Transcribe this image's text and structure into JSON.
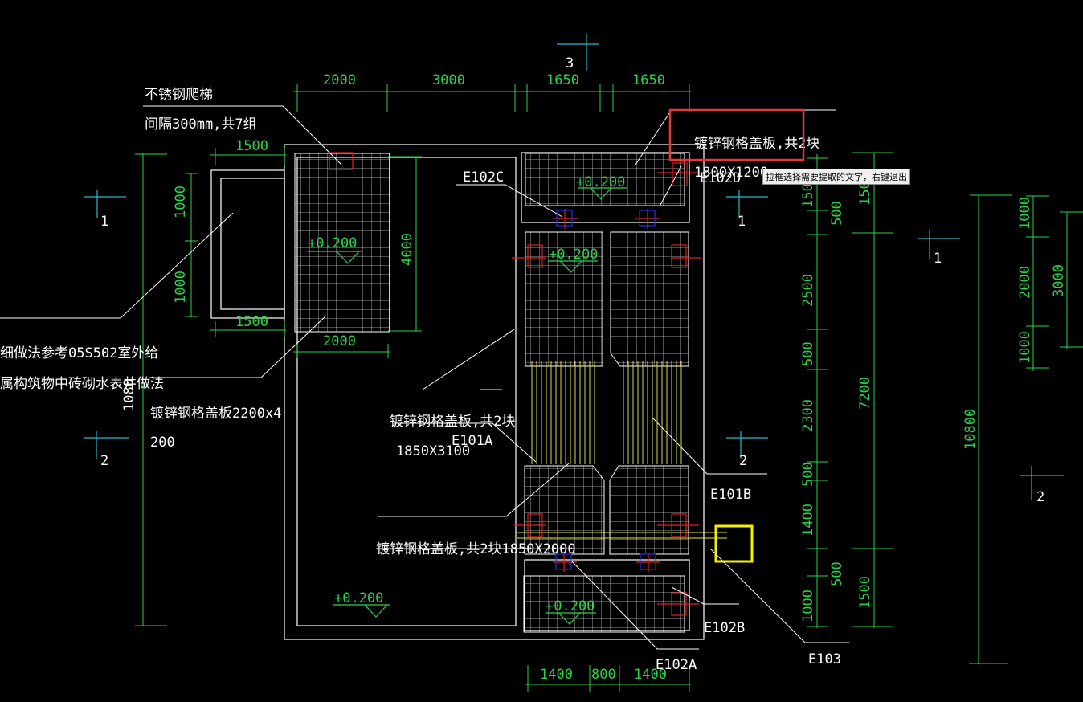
{
  "notes": {
    "ladder_title": "不锈钢爬梯",
    "ladder_spacing": "间隔300mm,共7组",
    "ref_method_1": "细做法参考05S502室外给",
    "ref_method_2": "属构筑物中砖砌水表井做法",
    "grate_2200_1": "镀锌钢格盖板2200x4",
    "grate_2200_2": "200",
    "grate_top": "镀锌钢格盖板,共2块",
    "grate_top_size": "1800X1200",
    "grate_mid": "镀锌钢格盖板,共2块",
    "grate_mid_size": "1850X3100",
    "grate_bottom": "镀锌钢格盖板,共2块1850X2000"
  },
  "tooltip": "拉框选择需要提取的文字，右键退出",
  "elevations": [
    "+0.200",
    "+0.200",
    "+0.200",
    "+0.200",
    "+0.200"
  ],
  "labels": {
    "e102c": "E102C",
    "e102d": "E102D",
    "e101a": "E101A",
    "e101b": "E101B",
    "e102b": "E102B",
    "e102a": "E102A",
    "e103": "E103"
  },
  "axes": {
    "ax1a": "1",
    "ax1b": "1",
    "ax1c": "1",
    "ax2a": "2",
    "ax2b": "2",
    "ax2c": "2",
    "ax3": "3"
  },
  "dims": {
    "top": [
      "2000",
      "3000",
      "1650",
      "1650"
    ],
    "bottom": [
      "1400",
      "800",
      "1400"
    ],
    "left_pit": [
      "1500",
      "1000",
      "1000",
      "1500"
    ],
    "left_grate": [
      "4000",
      "2000"
    ],
    "left_total": "1080",
    "right_a": [
      "150",
      "500",
      "2500",
      "500",
      "2300",
      "500",
      "1400",
      "500",
      "1000"
    ],
    "right_b": [
      "1500",
      "7200",
      "1500"
    ],
    "far_right": [
      "10800",
      "1000",
      "2000",
      "1000",
      "3000"
    ]
  }
}
